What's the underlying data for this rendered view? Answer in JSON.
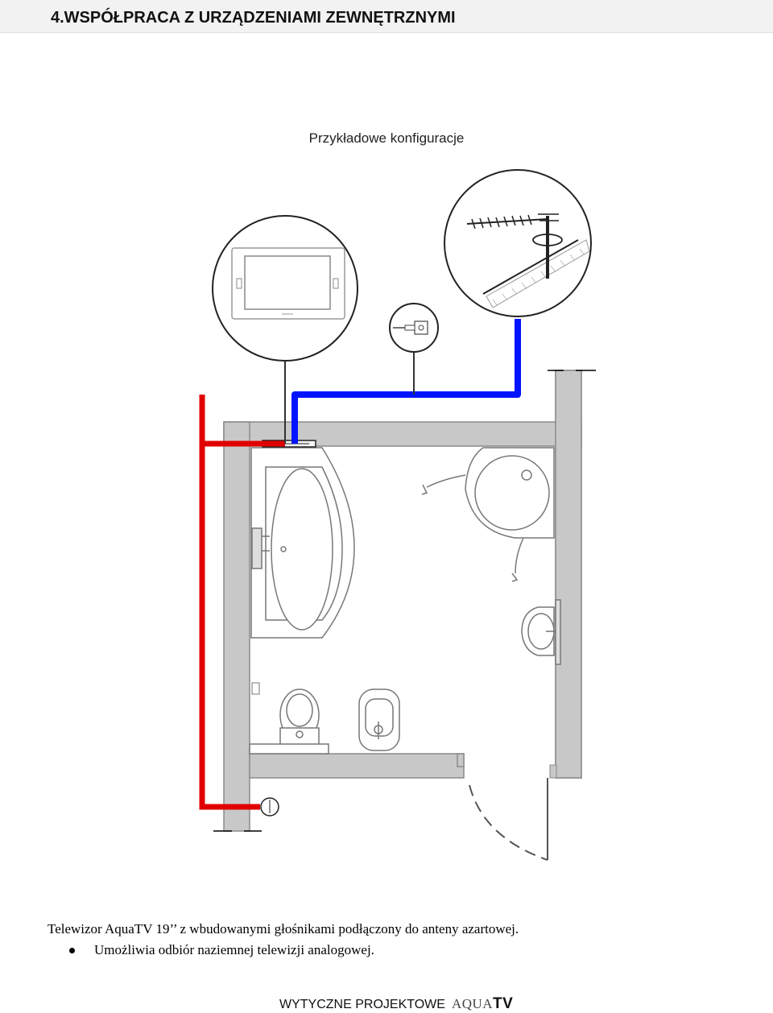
{
  "header": {
    "title": "4.WSPÓŁPRACA Z URZĄDZENIAMI ZEWNĘTRZNYMI"
  },
  "figure": {
    "subtitle": "Przykładowe konfiguracje"
  },
  "colors": {
    "red_cable": "#e00000",
    "blue_cable": "#0014ff",
    "wall": "#c8c8c8",
    "wall_stroke": "#8a8a8a"
  },
  "icons": [
    "tv-icon",
    "audio-socket-icon",
    "antenna-icon",
    "light-switch-icon"
  ],
  "caption": {
    "text": "Telewizor AquaTV  19’’ z wbudowanymi głośnikami podłączony do anteny azartowej.",
    "bullets": [
      "Umożliwia odbiór naziemnej telewizji analogowej."
    ]
  },
  "footer": {
    "text": "WYTYCZNE PROJEKTOWE",
    "logo_light": "AQUA",
    "logo_bold": "TV"
  }
}
